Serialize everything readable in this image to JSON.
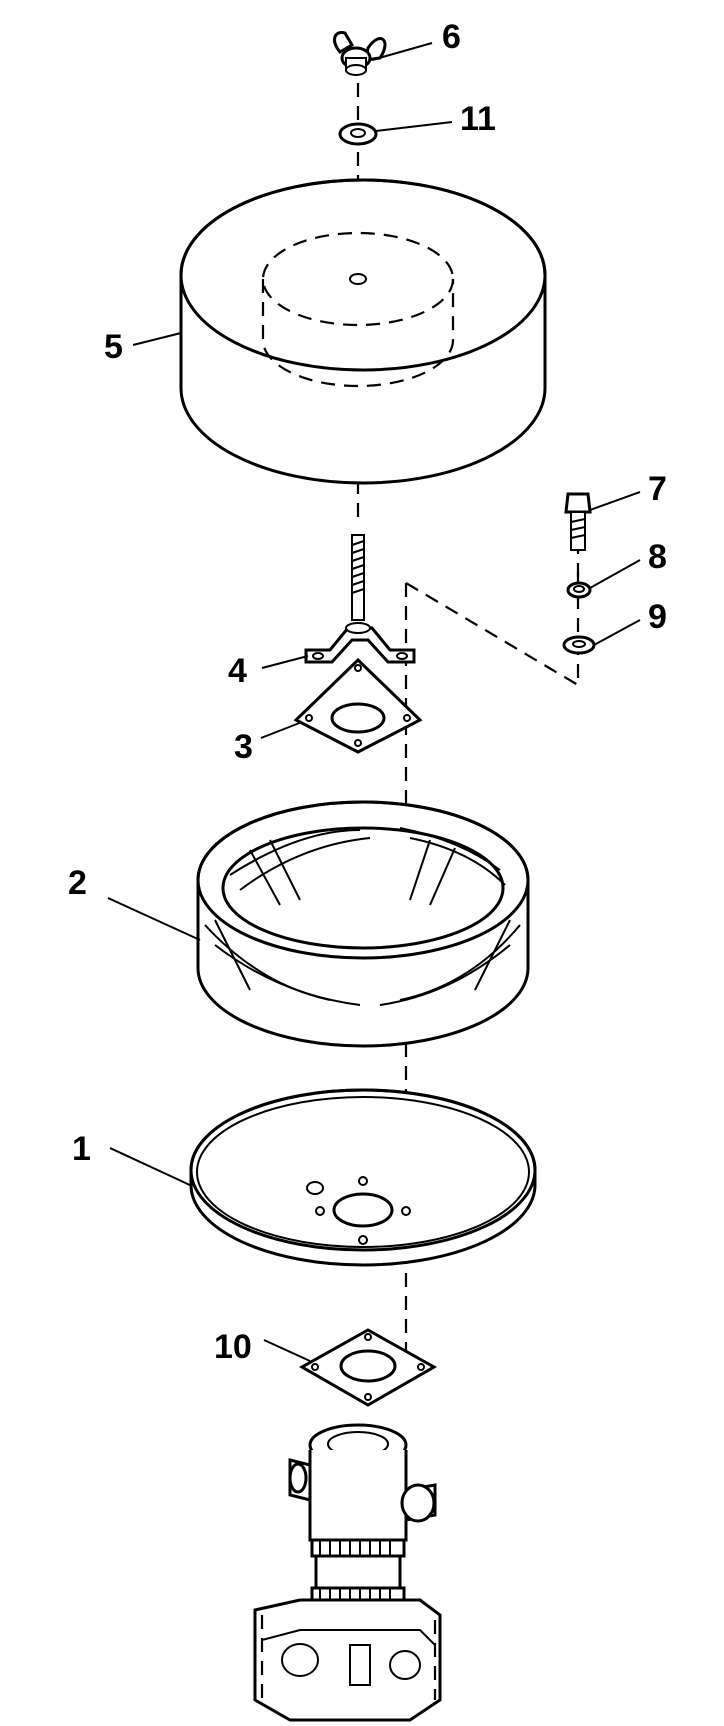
{
  "callouts": [
    "1",
    "2",
    "3",
    "4",
    "5",
    "6",
    "7",
    "8",
    "9",
    "10",
    "11"
  ],
  "colors": {
    "ink": "#000000",
    "paper": "#ffffff"
  }
}
